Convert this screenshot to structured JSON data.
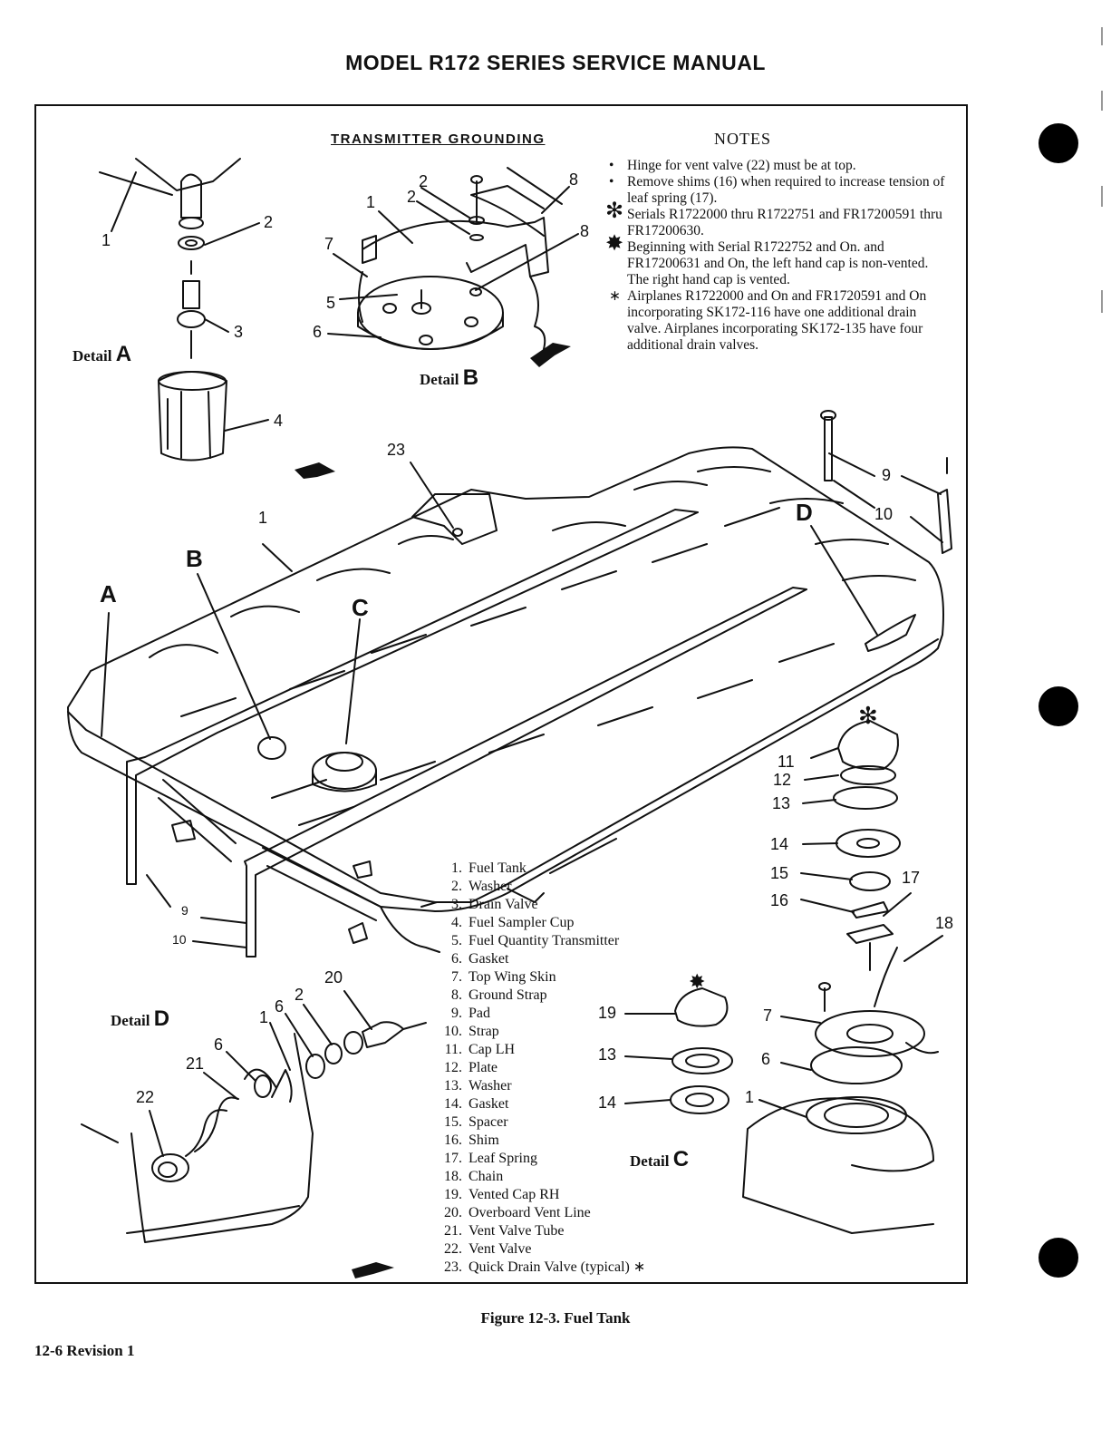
{
  "header": {
    "title": "MODEL R172 SERIES SERVICE MANUAL"
  },
  "transmitter_grounding": {
    "title": "TRANSMITTER GROUNDING"
  },
  "notes": {
    "title": "NOTES",
    "items": [
      {
        "symbol": "•",
        "text": "Hinge for vent valve (22) must be at top."
      },
      {
        "symbol": "•",
        "text": "Remove shims (16) when required to increase tension of leaf spring (17)."
      },
      {
        "symbol": "✻",
        "text": "Serials R1722000 thru R1722751 and FR17200591 thru FR17200630."
      },
      {
        "symbol": "✸",
        "text": "Beginning with Serial R1722752 and On. and FR17200631 and On, the left hand cap is non-vented. The right hand cap is vented."
      },
      {
        "symbol": "∗",
        "text": "Airplanes R1722000 and On and FR1720591 and On incorporating SK172-116 have one additional drain valve. Airplanes incorporating SK172-135 have four additional drain valves."
      }
    ]
  },
  "details": {
    "a": {
      "word": "Detail",
      "letter": "A"
    },
    "b": {
      "word": "Detail",
      "letter": "B"
    },
    "c": {
      "word": "Detail",
      "letter": "C"
    },
    "d": {
      "word": "Detail",
      "letter": "D"
    }
  },
  "view_letters": {
    "a": "A",
    "b": "B",
    "c": "C",
    "d": "D"
  },
  "callouts": {
    "d1": "1",
    "d2": "2",
    "d3": "3",
    "d4": "4",
    "b1": "1",
    "b2a": "2",
    "b2b": "2",
    "b5": "5",
    "b6": "6",
    "b7": "7",
    "b8a": "8",
    "b8b": "8",
    "m1": "1",
    "m9": "9",
    "m10": "10",
    "m23": "23",
    "r9": "9",
    "r10": "10",
    "c11": "11",
    "c12": "12",
    "c13": "13",
    "c14": "14",
    "c15": "15",
    "c16": "16",
    "c17": "17",
    "c18": "18",
    "c7": "7",
    "c6": "6",
    "c1": "1",
    "c19": "19",
    "c13b": "13",
    "c14b": "14",
    "dd20": "20",
    "dd6a": "6",
    "dd2": "2",
    "dd1": "1",
    "dd6b": "6",
    "dd21": "21",
    "dd22": "22",
    "star_cap": "✻",
    "star_vent": "✸"
  },
  "parts_list": [
    {
      "num": "1.",
      "name": "Fuel Tank"
    },
    {
      "num": "2.",
      "name": "Washer"
    },
    {
      "num": "3.",
      "name": "Drain Valve"
    },
    {
      "num": "4.",
      "name": "Fuel Sampler Cup"
    },
    {
      "num": "5.",
      "name": "Fuel Quantity Transmitter"
    },
    {
      "num": "6.",
      "name": "Gasket"
    },
    {
      "num": "7.",
      "name": "Top Wing Skin"
    },
    {
      "num": "8.",
      "name": "Ground Strap"
    },
    {
      "num": "9.",
      "name": "Pad"
    },
    {
      "num": "10.",
      "name": "Strap"
    },
    {
      "num": "11.",
      "name": "Cap LH"
    },
    {
      "num": "12.",
      "name": "Plate"
    },
    {
      "num": "13.",
      "name": "Washer"
    },
    {
      "num": "14.",
      "name": "Gasket"
    },
    {
      "num": "15.",
      "name": "Spacer"
    },
    {
      "num": "16.",
      "name": "Shim"
    },
    {
      "num": "17.",
      "name": "Leaf Spring"
    },
    {
      "num": "18.",
      "name": "Chain"
    },
    {
      "num": "19.",
      "name": "Vented Cap RH"
    },
    {
      "num": "20.",
      "name": "Overboard Vent Line"
    },
    {
      "num": "21.",
      "name": "Vent Valve Tube"
    },
    {
      "num": "22.",
      "name": "Vent Valve"
    },
    {
      "num": "23.",
      "name": "Quick Drain Valve (typical) ∗"
    }
  ],
  "caption": "Figure 12-3.  Fuel Tank",
  "footer": "12-6   Revision 1"
}
